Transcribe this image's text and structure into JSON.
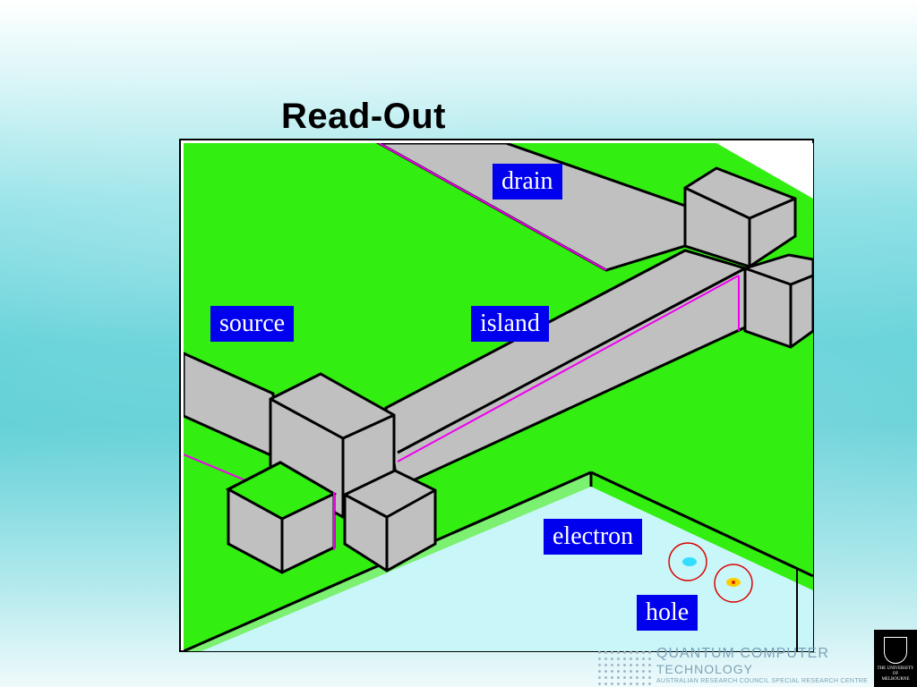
{
  "slide": {
    "title": "Read-Out"
  },
  "labels": {
    "drain": "drain",
    "source": "source",
    "island": "island",
    "electron": "electron",
    "hole": "hole"
  },
  "logo": {
    "line1": "QUANTUM COMPUTER",
    "line2": "TECHNOLOGY",
    "line3": "AUSTRALIAN RESEARCH COUNCIL SPECIAL RESEARCH CENTRE",
    "crest_line1": "THE UNIVERSITY OF",
    "crest_line2": "MELBOURNE"
  },
  "colors": {
    "label_bg": "#0000ee",
    "substrate": "#33ee11",
    "metal": "#c0c0c0",
    "oxide_edge": "#ee00ee",
    "channel": "#c9f6f8"
  }
}
